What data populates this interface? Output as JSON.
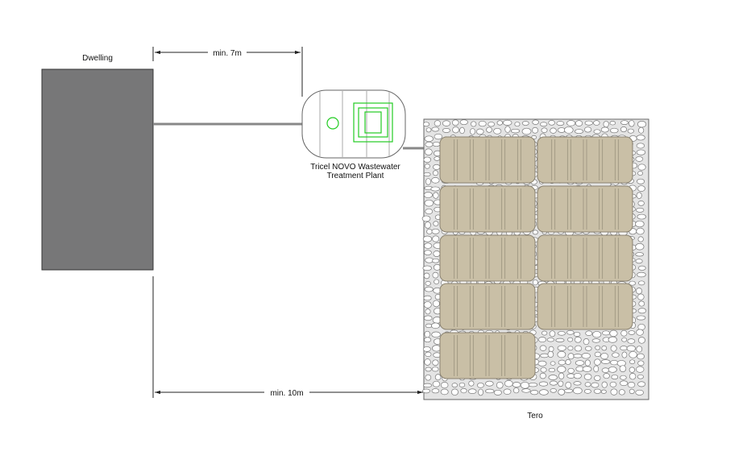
{
  "labels": {
    "dwelling": "Dwelling",
    "plant_line1": "Tricel NOVO Wastewater",
    "plant_line2": "Treatment Plant",
    "tero": "Tero",
    "dim_top": "min. 7m",
    "dim_bottom": "min. 10m"
  },
  "colors": {
    "dwelling_fill": "#777778",
    "module_fill": "#c9bfa6",
    "plant_accent": "#22cc22",
    "gravel_fill": "#e4e4e4",
    "line": "#222222"
  },
  "tero_grid": {
    "rows": 5,
    "cols": 2,
    "last_row_modules": 1,
    "slats_per_module": 6
  }
}
